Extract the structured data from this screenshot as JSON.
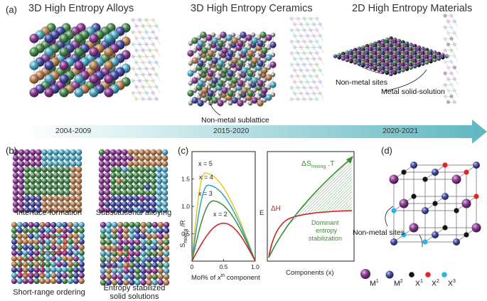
{
  "panel_labels": {
    "a": "(a)",
    "b": "(b)",
    "c": "(c)",
    "d": "(d)"
  },
  "headings": {
    "alloys": "3D High Entropy  Alloys",
    "ceramics": "3D High Entropy  Ceramics",
    "two_d": "2D High Entropy Materials"
  },
  "timeline": {
    "p1": "2004-2009",
    "p2": "2015-2020",
    "p3": "2020-2021"
  },
  "annotations": {
    "non_metal_sublattice": "Non-metal sublattice",
    "non_metal_sites_2d": "Non-metal sites",
    "metal_solid_solution": "Metal solid-solution",
    "non_metal_sites_d": "Non-metal sites"
  },
  "b_captions": {
    "interface": "Interface-formation",
    "substitutional": "Substitutional alloying",
    "short_range": "Short-range ordering",
    "entropy1": "Entropy stabilized",
    "entropy2": "solid solutions"
  },
  "chart_data": [
    {
      "type": "line",
      "ylabel": "S_mixing /R",
      "xlabel": "Mol% of x^th component",
      "xlim": [
        0,
        1.0
      ],
      "ylim": [
        0,
        2.0
      ],
      "xticks": [
        "0",
        "0.5",
        "1.0"
      ],
      "yticks": [
        "0.5",
        "1.0",
        "1.5"
      ],
      "series": [
        {
          "name": "x = 5",
          "color": "#e8c72a",
          "peak_x": 0.2,
          "peak_y": 1.609
        },
        {
          "name": "x = 4",
          "color": "#31a3c4",
          "peak_x": 0.25,
          "peak_y": 1.386
        },
        {
          "name": "x = 3",
          "color": "#3f8b3a",
          "peak_x": 0.333,
          "peak_y": 1.099
        },
        {
          "name": "x = 2",
          "color": "#c81e1e",
          "peak_x": 0.5,
          "peak_y": 0.693
        }
      ]
    },
    {
      "type": "line",
      "ylabel": "E",
      "xlabel": "Components (x)",
      "series": [
        {
          "name": "ΔH",
          "color": "#c81e1e"
        },
        {
          "name": "ΔS_mixing .T",
          "color": "#3f8b3a"
        }
      ],
      "annotation": "Dominant entropy stabilization"
    }
  ],
  "c2_text": {
    "ds": "ΔS",
    "ds_sub": "mixing",
    "ds_t": " .T",
    "dh": "ΔH",
    "dom1": "Dominant",
    "dom2": "entropy",
    "dom3": "stabilization"
  },
  "c1_text": {
    "ylab": "S",
    "ylab_sub": "mixing",
    "ylab_r": " /R",
    "xlab_pre": "Mol% of ",
    "xlab_x": "x",
    "xlab_th": "th",
    "xlab_post": " component"
  },
  "legend_d": {
    "m1": "M",
    "m1s": "1",
    "m2": "M",
    "m2s": "2",
    "x1": "X",
    "x1s": "1",
    "x2": "X",
    "x2s": "2",
    "x3": "X",
    "x3s": "3"
  },
  "colors": {
    "purple": "#8a3f92",
    "navy": "#4a4fa0",
    "green": "#4f8a55",
    "tan": "#b5835a",
    "sky": "#56aac4",
    "red": "#e02626",
    "black": "#151515",
    "cyan": "#2ab4e6",
    "arrow_start": "#ffffff",
    "arrow_end": "#5fb7c1"
  }
}
